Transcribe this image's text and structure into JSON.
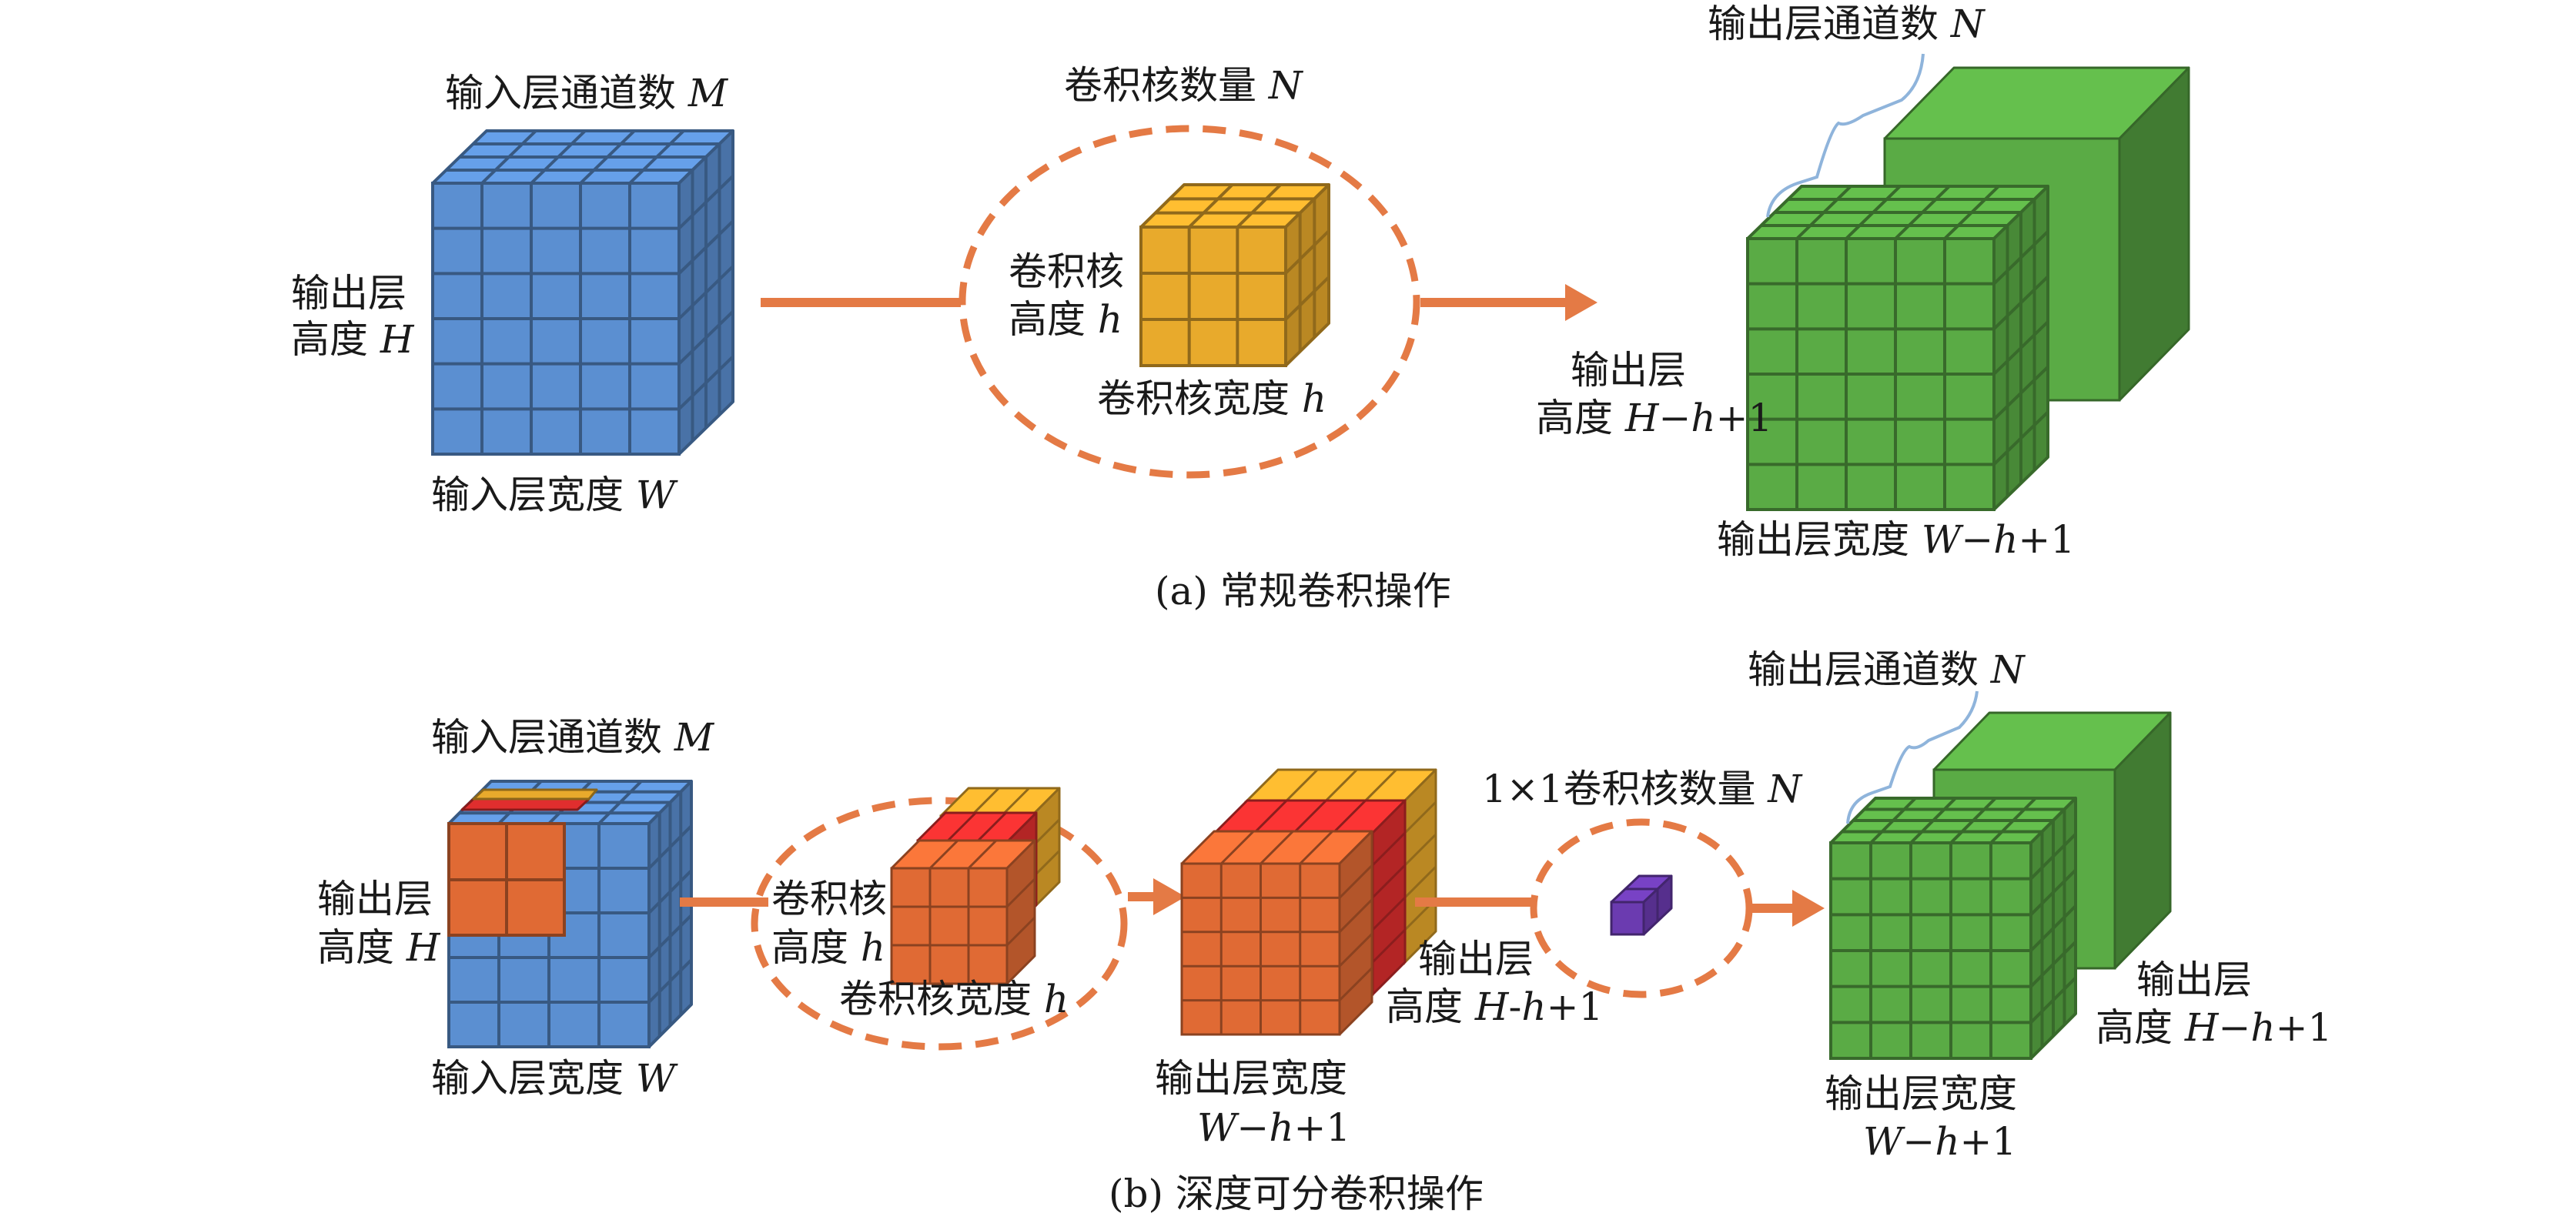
{
  "colors": {
    "blue": "#5b8fd1",
    "orange": "#e06a34",
    "red": "#e02e2e",
    "yellow": "#e8aa2c",
    "green": "#5aab45",
    "purple": "#6b3bb0",
    "accent_line": "#e47a45",
    "brace": "#8fb4db"
  },
  "panel_a": {
    "caption": "(a) 常规卷积操作",
    "input_channels": {
      "text": "输入层通道数 ",
      "var": "M"
    },
    "input_height": {
      "line1": "输出层",
      "line2": "高度 ",
      "var": "H"
    },
    "input_width": {
      "text": "输入层宽度 ",
      "var": "W"
    },
    "kernel_count": {
      "text": "卷积核数量 ",
      "var": "N"
    },
    "kernel_height": {
      "line1": "卷积核",
      "line2": "高度 ",
      "var": "h"
    },
    "kernel_width": {
      "text": "卷积核宽度 ",
      "var": "h"
    },
    "output_channels": {
      "text": "输出层通道数 ",
      "var": "N"
    },
    "output_height": {
      "line1": "输出层",
      "line2": "高度 ",
      "v1": "H",
      "op": "−",
      "v2": "h",
      "tail": "+1"
    },
    "output_width": {
      "text": "输出层宽度 ",
      "v1": "W",
      "op": "−",
      "v2": "h",
      "tail": "+1"
    }
  },
  "panel_b": {
    "caption": "(b) 深度可分卷积操作",
    "input_channels": {
      "text": "输入层通道数 ",
      "var": "M"
    },
    "input_height": {
      "line1": "输出层",
      "line2": "高度 ",
      "var": "H"
    },
    "input_width": {
      "text": "输入层宽度 ",
      "var": "W"
    },
    "kernel_height": {
      "line1": "卷积核",
      "line2": "高度 ",
      "var": "h"
    },
    "kernel_width": {
      "text": "卷积核宽度 ",
      "var": "h"
    },
    "mid_height": {
      "line1": "输出层",
      "line2": "高度 ",
      "v1": "H",
      "op": "-",
      "v2": "h",
      "tail": "+1"
    },
    "mid_width": {
      "line1": "输出层宽度",
      "v1": "W",
      "op": "−",
      "v2": "h",
      "tail": "+1"
    },
    "pointwise_count": {
      "text": "1×1卷积核数量 ",
      "var": "N"
    },
    "output_channels": {
      "text": "输出层通道数 ",
      "var": "N"
    },
    "output_height": {
      "line1": "输出层",
      "line2": "高度 ",
      "v1": "H",
      "op": "−",
      "v2": "h",
      "tail": "+1"
    },
    "output_width": {
      "line1": "输出层宽度",
      "v1": "W",
      "op": "−",
      "v2": "h",
      "tail": "+1"
    }
  }
}
